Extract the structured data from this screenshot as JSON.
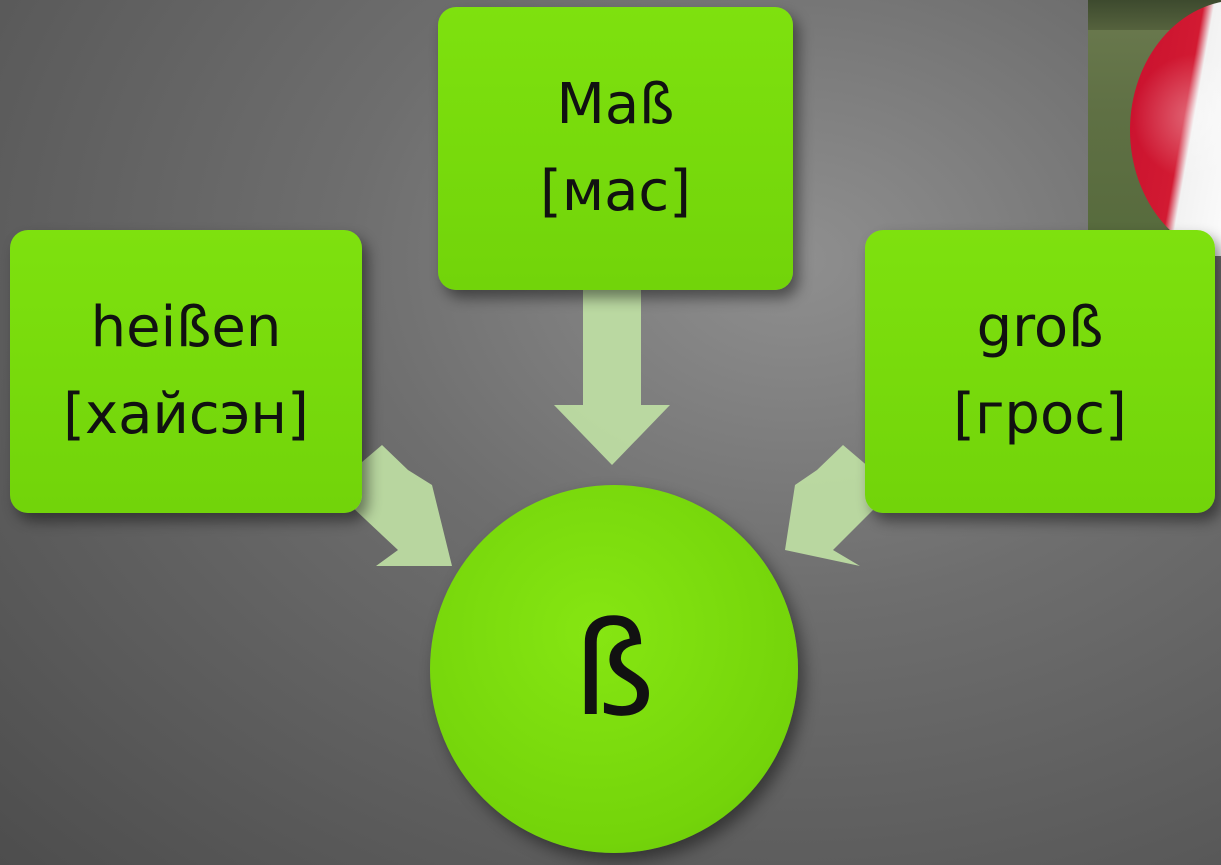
{
  "center": {
    "symbol": "ß"
  },
  "boxes": [
    {
      "word": "heißen",
      "transcription": "[хайсэн]"
    },
    {
      "word": "Maß",
      "transcription": "[мас]"
    },
    {
      "word": "groß",
      "transcription": "[грос]"
    }
  ],
  "colors": {
    "shape_fill": "#7ede0e",
    "arrow_fill": "#bfe0a4",
    "background": "#6e6e6e",
    "text": "#111111"
  }
}
